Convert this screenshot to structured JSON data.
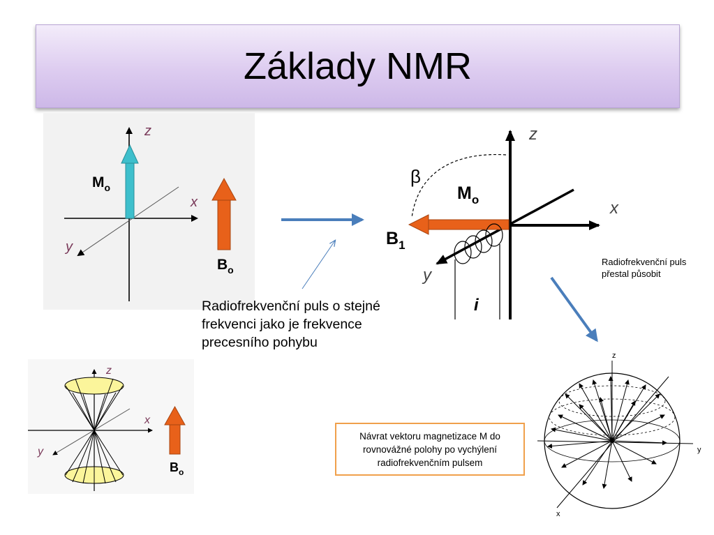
{
  "title": "Základy NMR",
  "colors": {
    "title_gradient_top": "#f3ecfa",
    "title_gradient_bottom": "#cdb8e8",
    "magnetization_arrow": "#3ebfcc",
    "field_arrow": "#e8611a",
    "transition_arrow": "#4a7ebb",
    "note_border": "#f0a04b",
    "axis_label": "#7a3a5a"
  },
  "diagram1": {
    "axis_z": "z",
    "axis_x": "x",
    "axis_y": "y",
    "vector_label": "M",
    "vector_subscript": "o",
    "field_label": "B",
    "field_subscript": "o"
  },
  "diagram2": {
    "axis_z": "z",
    "axis_x": "x",
    "axis_y": "y",
    "angle_label": "β",
    "vector_label": "M",
    "vector_subscript": "o",
    "rf_label": "B",
    "rf_subscript": "1",
    "current_label": "i"
  },
  "diagram3": {
    "axis_z": "z",
    "axis_x": "x",
    "axis_y": "y",
    "field_label": "B",
    "field_subscript": "o"
  },
  "diagram4": {
    "axis_z": "z",
    "axis_x": "x",
    "axis_y": "y"
  },
  "caption_rf_pulse": "Radiofrekvenční puls o stejné frekvenci jako je frekvence precesního pohybu",
  "note_pulse_stopped": "Radiofrekvenční puls přestal působit",
  "note_return": "Návrat vektoru magnetizace M do rovnovážné polohy po vychýlení radiofrekvenčním pulsem"
}
